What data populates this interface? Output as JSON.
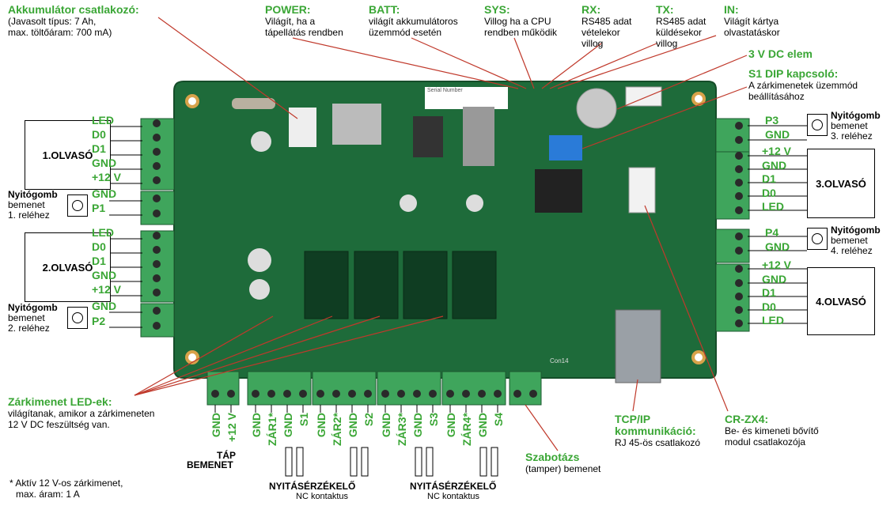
{
  "top_annotations": {
    "akku": {
      "title": "Akkumulátor csatlakozó:",
      "line1": "(Javasolt típus: 7 Ah,",
      "line2": "max. töltőáram: 700 mA)"
    },
    "power": {
      "title": "POWER:",
      "line1": "Világít, ha a",
      "line2": "tápellátás rendben"
    },
    "batt": {
      "title": "BATT:",
      "line1": "világít akkumulátoros",
      "line2": "üzemmód esetén"
    },
    "sys": {
      "title": "SYS:",
      "line1": "Villog ha a CPU",
      "line2": "rendben működik"
    },
    "rx": {
      "title": "RX:",
      "line1": "RS485 adat",
      "line2": "vételekor",
      "line3": "villog"
    },
    "tx": {
      "title": "TX:",
      "line1": "RS485 adat",
      "line2": "küldésekor",
      "line3": "villog"
    },
    "in": {
      "title": "IN:",
      "line1": "Világít kártya",
      "line2": "olvastatáskor"
    },
    "dc": {
      "title": "3 V DC elem"
    },
    "dip": {
      "title": "S1 DIP kapcsoló:",
      "line1": "A zárkimenetek üzemmód",
      "line2": "beállításához"
    }
  },
  "left": {
    "reader1": {
      "label": "1.OLVASÓ",
      "pins": [
        "LED",
        "D0",
        "D1",
        "GND",
        "+12 V"
      ]
    },
    "btn1": {
      "title": "Nyitógomb",
      "line1": "bemenet",
      "line2": "1. reléhez",
      "pins": [
        "GND",
        "P1"
      ]
    },
    "reader2": {
      "label": "2.OLVASÓ",
      "pins": [
        "LED",
        "D0",
        "D1",
        "GND",
        "+12 V"
      ]
    },
    "btn2": {
      "title": "Nyitógomb",
      "line1": "bemenet",
      "line2": "2. reléhez",
      "pins": [
        "GND",
        "P2"
      ]
    }
  },
  "right": {
    "btn3": {
      "title": "Nyitógomb",
      "line1": "bemenet",
      "line2": "3. reléhez",
      "pins": [
        "P3",
        "GND"
      ]
    },
    "reader3": {
      "label": "3.OLVASÓ",
      "pins": [
        "+12 V",
        "GND",
        "D1",
        "D0",
        "LED"
      ]
    },
    "btn4": {
      "title": "Nyitógomb",
      "line1": "bemenet",
      "line2": "4. reléhez",
      "pins": [
        "P4",
        "GND"
      ]
    },
    "reader4": {
      "label": "4.OLVASÓ",
      "pins": [
        "+12 V",
        "GND",
        "D1",
        "D0",
        "LED"
      ]
    }
  },
  "bottom": {
    "led": {
      "title": "Zárkimenet LED-ek:",
      "line1": "világítanak, amikor a  zárkimeneten",
      "line2": "12 V DC feszültség  van."
    },
    "terminals": [
      "GND",
      "+12 V",
      "GND",
      "ZÁR1*",
      "GND",
      "S1",
      "GND",
      "ZÁR2*",
      "GND",
      "S2",
      "GND",
      "ZÁR3*",
      "GND",
      "S3",
      "GND",
      "ZÁR4*",
      "GND",
      "S4"
    ],
    "tap1": "TÁP",
    "tap2": "BEMENET",
    "sensor_a": "NYITÁSÉRZÉKELŐ",
    "sensor_a_sub": "NC kontaktus",
    "sensor_b": "NYITÁSÉRZÉKELŐ",
    "sensor_b_sub": "NC kontaktus",
    "note1": "* Aktív 12 V-os zárkimenet,",
    "note2": "max. áram: 1 A",
    "tamper": {
      "title": "Szabotázs",
      "line1": "(tamper) bemenet"
    },
    "tcp": {
      "title1": "TCP/IP",
      "title2": "kommunikáció:",
      "line1": "RJ 45-ös csatlakozó"
    },
    "crzx4": {
      "title": "CR-ZX4:",
      "line1": "Be- és kimeneti bővítő",
      "line2": "modul csatlakozója"
    }
  },
  "board": {
    "serial_label": "Serial Number",
    "connector_label": "Con14",
    "colors": {
      "pcb": "#1e6b3a",
      "terminal": "#3fa55c",
      "accent_green": "#3aa635",
      "line_red": "#c0392b"
    }
  }
}
